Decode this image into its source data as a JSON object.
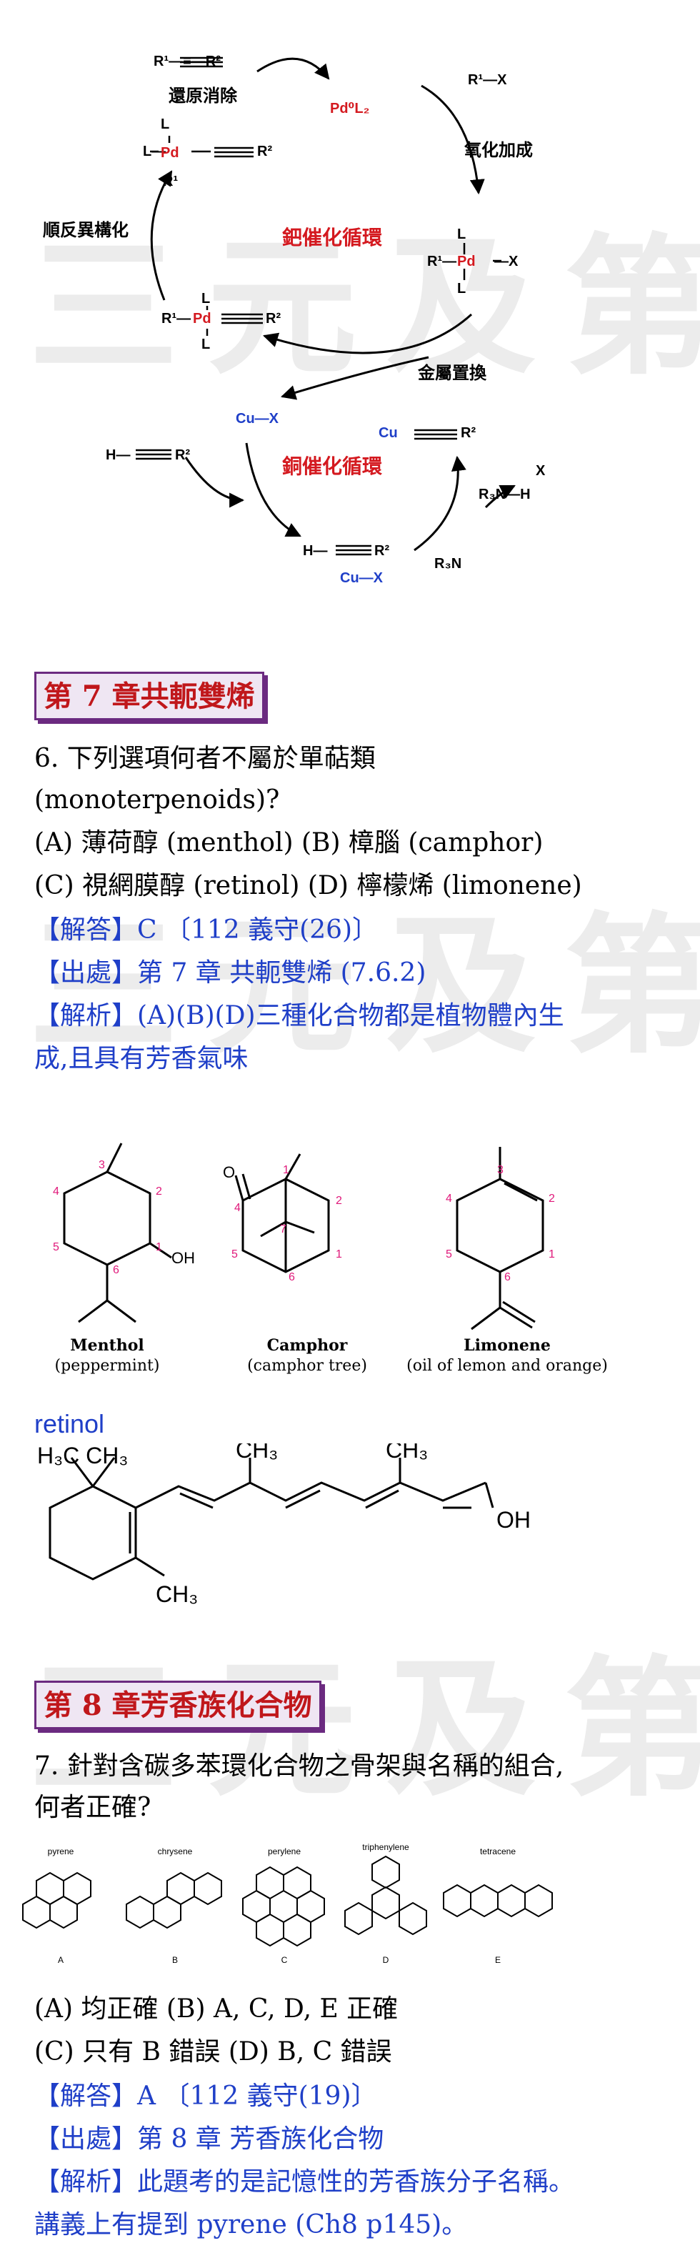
{
  "watermark": "三元及第",
  "catalytic_cycle": {
    "reductive_elimination": "還原消除",
    "oxidative_addition": "氧化加成",
    "cis_trans_isomerization": "順反異構化",
    "pd_cycle": "鈀催化循環",
    "transmetalation": "金屬置換",
    "cu_cycle": "銅催化循環",
    "species": {
      "product": "R¹—≡—R²",
      "pd0": "Pd⁰L₂",
      "r1x": "R¹—X",
      "cux": "Cu—X",
      "alkyne": "H—≡—R²",
      "cu_acetylide": "Cu—≡—R²",
      "ammonium": "R₃N—H",
      "ammonium_x": "X",
      "amine": "R₃N",
      "pi_complex_cu": "Cu—X"
    }
  },
  "chapter7": {
    "heading": "第 7 章共軛雙烯",
    "q_line1": "6. 下列選項何者不屬於單萜類",
    "q_line2": "(monoterpenoids)?",
    "opt_ab": "(A) 薄荷醇 (menthol)   (B) 樟腦 (camphor)",
    "opt_cd": "(C) 視網膜醇 (retinol)   (D) 檸檬烯 (limonene)",
    "answer": "【解答】C  〔112 義守(26)〕",
    "source": "【出處】第 7 章 共軛雙烯 (7.6.2)",
    "analysis1": "【解析】(A)(B)(D)三種化合物都是植物體內生",
    "analysis2": "成,且具有芳香氣味",
    "molecules": [
      {
        "name": "Menthol",
        "sub": "(peppermint)"
      },
      {
        "name": "Camphor",
        "sub": "(camphor tree)"
      },
      {
        "name": "Limonene",
        "sub": "(oil of lemon and orange)"
      }
    ],
    "retinol_label": "retinol",
    "retinol_groups": {
      "gem": "H₃C  CH₃",
      "me1": "CH₃",
      "me2": "CH₃",
      "ring_me": "CH₃",
      "oh": "OH"
    }
  },
  "chapter8": {
    "heading": "第 8 章芳香族化合物",
    "q_line1": "7. 針對含碳多苯環化合物之骨架與名稱的組合,",
    "q_line2": "何者正確?",
    "structures": [
      {
        "name": "pyrene",
        "letter": "A"
      },
      {
        "name": "chrysene",
        "letter": "B"
      },
      {
        "name": "perylene",
        "letter": "C"
      },
      {
        "name": "triphenylene",
        "letter": "D"
      },
      {
        "name": "tetracene",
        "letter": "E"
      }
    ],
    "opt_ab": "(A) 均正確        (B) A, C, D, E 正確",
    "opt_cd": "(C) 只有 B 錯誤     (D) B, C 錯誤",
    "answer": "【解答】A  〔112 義守(19)〕",
    "source": "【出處】第 8 章 芳香族化合物",
    "analysis1": "【解析】此題考的是記憶性的芳香族分子名稱。",
    "analysis2": "講義上有提到 pyrene (Ch8 p145)。"
  }
}
